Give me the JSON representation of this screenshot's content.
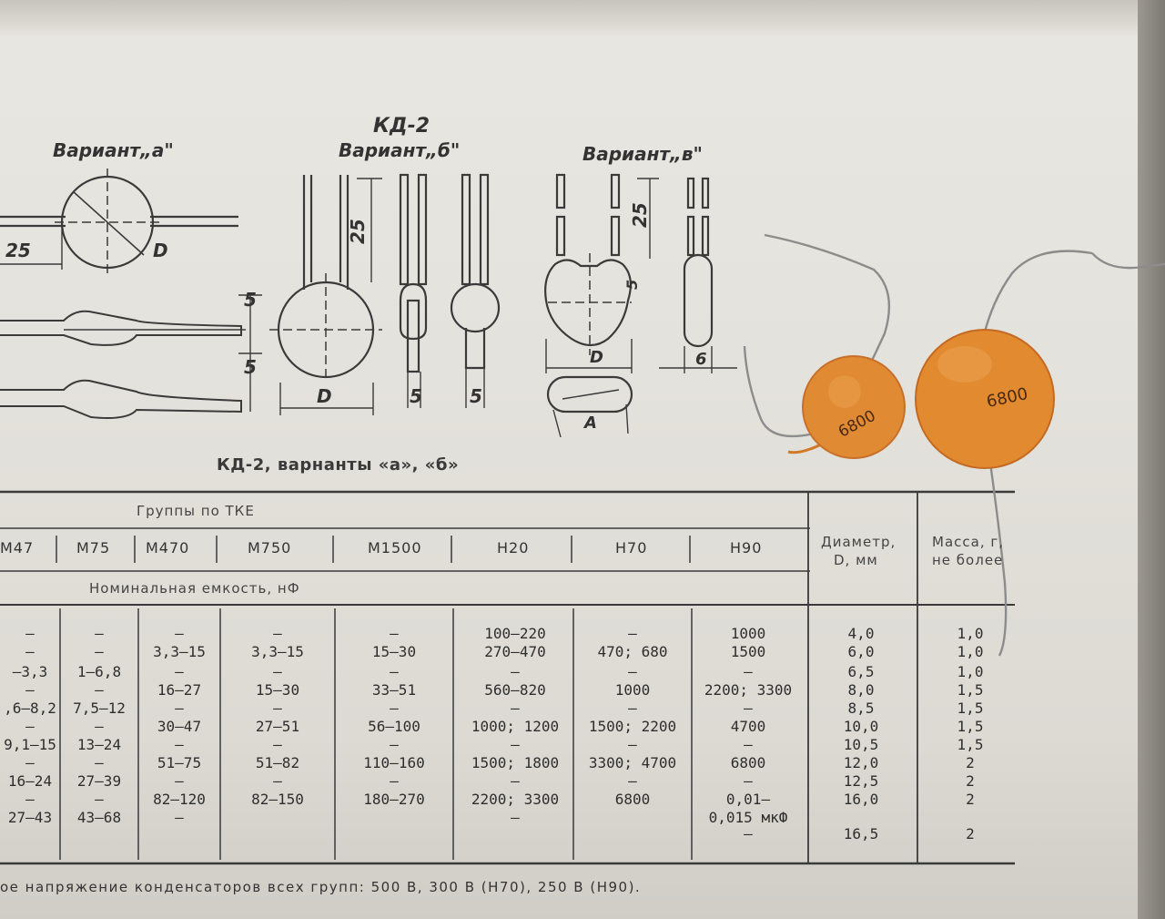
{
  "drawings": {
    "label_kd2": "КД-2",
    "variant_a": "Вариант„а\"",
    "variant_b": "Вариант„б\"",
    "variant_v": "Вариант„в\"",
    "dim_25": "25",
    "dim_5": "5",
    "dim_6": "6",
    "dim_D": "D",
    "dim_A": "A"
  },
  "table": {
    "title": "КД-2, варнанты «а», «б»",
    "group_header": "Группы по ТКЕ",
    "capacity_header": "Номинальная емкость, нФ",
    "diameter_header_1": "Диаметр,",
    "diameter_header_2": "D, мм",
    "mass_header_1": "Масса, г,",
    "mass_header_2": "не более",
    "groups": [
      "М47",
      "М75",
      "М470",
      "М750",
      "М1500",
      "Н20",
      "Н70",
      "Н90"
    ],
    "columns": [
      [
        "—",
        "—",
        "—3,3",
        "—",
        ",6—8,2",
        "—",
        "9,1—15",
        "—",
        "16—24",
        "—",
        "27—43"
      ],
      [
        "—",
        "—",
        "1—6,8",
        "—",
        "7,5—12",
        "—",
        "13—24",
        "—",
        "27—39",
        "—",
        "43—68"
      ],
      [
        "—",
        "3,3—15",
        "—",
        "16—27",
        "—",
        "30—47",
        "—",
        "51—75",
        "—",
        "82—120",
        "—"
      ],
      [
        "—",
        "3,3—15",
        "—",
        "15—30",
        "—",
        "27—51",
        "—",
        "51—82",
        "—",
        "82—150"
      ],
      [
        "—",
        "15—30",
        "—",
        "33—51",
        "—",
        "56—100",
        "—",
        "110—160",
        "—",
        "180—270"
      ],
      [
        "100—220",
        "270—470",
        "—",
        "560—820",
        "—",
        "1000; 1200",
        "—",
        "1500; 1800",
        "—",
        "2200; 3300",
        "—"
      ],
      [
        "—",
        "470; 680",
        "—",
        "1000",
        "—",
        "1500; 2200",
        "—",
        "3300; 4700",
        "—",
        "6800"
      ],
      [
        "1000",
        "1500",
        "—",
        "2200; 3300",
        "—",
        "4700",
        "—",
        "6800",
        "—",
        "0,01—",
        "0,015 мкФ",
        "—"
      ]
    ],
    "diameters": [
      "4,0",
      "6,0",
      "6,5",
      "8,0",
      "8,5",
      "10,0",
      "10,5",
      "12,0",
      "12,5",
      "16,0",
      "16,5"
    ],
    "masses": [
      "1,0",
      "1,0",
      "1,0",
      "1,5",
      "1,5",
      "1,5",
      "1,5",
      "2",
      "2",
      "2",
      "2"
    ],
    "footnote": "ое напряжение конденсаторов всех групп: 500 В, 300 В (Н70), 250 В (Н90)."
  },
  "capacitors": [
    {
      "marking": "6800"
    },
    {
      "marking": "6800"
    }
  ],
  "colors": {
    "paper": "#e6e4de",
    "ink": "#333333",
    "capacitor": "#e08a34",
    "wire": "#8c8c8c"
  }
}
